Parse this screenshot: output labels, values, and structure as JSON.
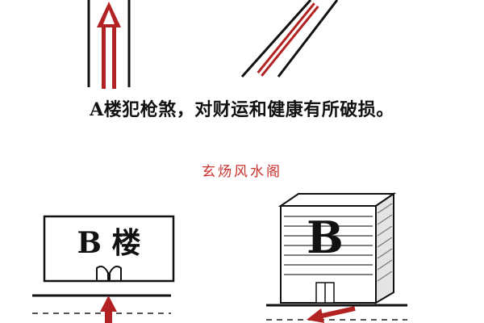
{
  "caption": "A楼犯枪煞，对财运和健康有所破损。",
  "watermark": "玄炀风水阁",
  "box_b_label": "B 楼",
  "building_label": "B",
  "colors": {
    "arrow_red": "#b22222",
    "line_black": "#111111",
    "watermark_red": "#c9302c",
    "building_side": "#e4e4e4"
  },
  "icons": [
    "up-arrow-icon",
    "diagonal-arrow-icon",
    "door-icon"
  ]
}
